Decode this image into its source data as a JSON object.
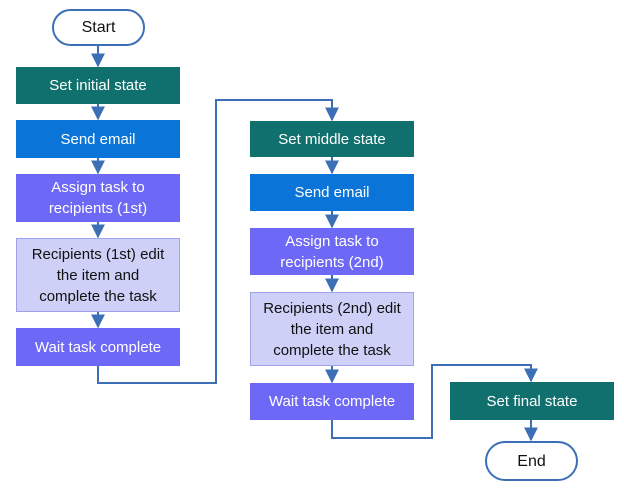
{
  "flowchart": {
    "start": "Start",
    "end": "End",
    "left_column": {
      "set_state": "Set initial state",
      "send_email": "Send email",
      "assign_task": "Assign task to recipients (1st)",
      "edit_item": "Recipients (1st) edit the item and complete the task",
      "wait": "Wait task complete"
    },
    "middle_column": {
      "set_state": "Set middle state",
      "send_email": "Send email",
      "assign_task": "Assign task to recipients (2nd)",
      "edit_item": "Recipients (2nd) edit the item and complete the task",
      "wait": "Wait task complete"
    },
    "right_column": {
      "set_state": "Set final state"
    },
    "colors": {
      "state": "#0f706e",
      "email": "#0a74d8",
      "task": "#6d68f6",
      "edit": "#cfd0f8",
      "connector": "#3d6fb6"
    }
  }
}
